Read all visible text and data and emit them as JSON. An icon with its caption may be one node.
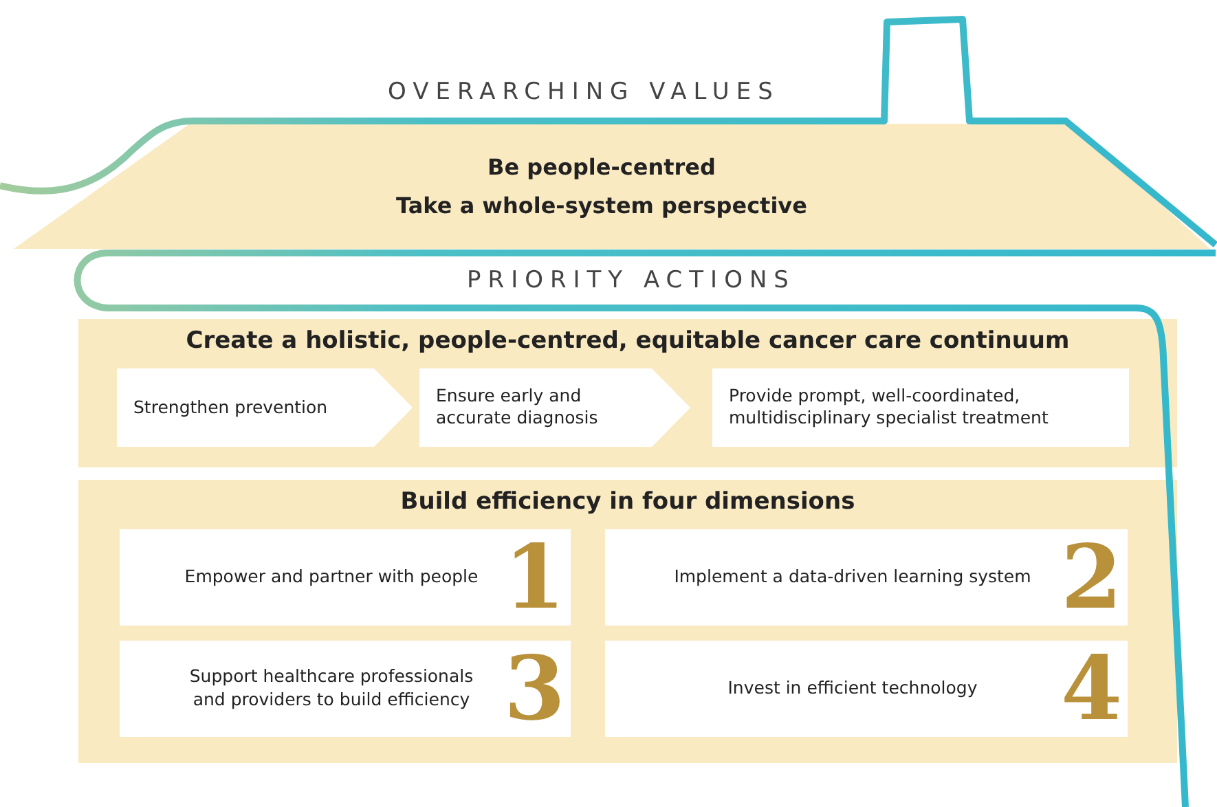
{
  "diagram": {
    "nodes": [
      {
        "text": [
          "OVERARCHING VALUES",
          "Be people-centred",
          "Take a whole-system perspective"
        ]
      },
      {
        "text": [
          "Create a holistic, people-centred, equitable cancer care continuum"
        ]
      },
      {
        "text": [
          "Strengthen prevention"
        ],
        "in": 1
      },
      {
        "text": [
          "Ensure early and accurate diagnosis"
        ],
        "in": 1
      },
      {
        "text": [
          "Provide prompt, well-coordinated, multidisciplinary specialist treatment"
        ],
        "in": 1
      },
      {
        "text": [
          "Build efficiency in four dimensions"
        ]
      },
      {
        "text": [
          "Empower and partner with people",
          "1"
        ],
        "in": 5
      },
      {
        "text": [
          "Implement a data-driven learning system",
          "2"
        ],
        "in": 5
      },
      {
        "text": [
          "Support healthcare professionals and providers to build efficiency",
          "3"
        ],
        "in": 5
      },
      {
        "text": [
          "Invest in efficient technology",
          "4"
        ],
        "in": 5
      }
    ],
    "labels": [
      "PRIORITY ACTIONS"
    ]
  }
}
